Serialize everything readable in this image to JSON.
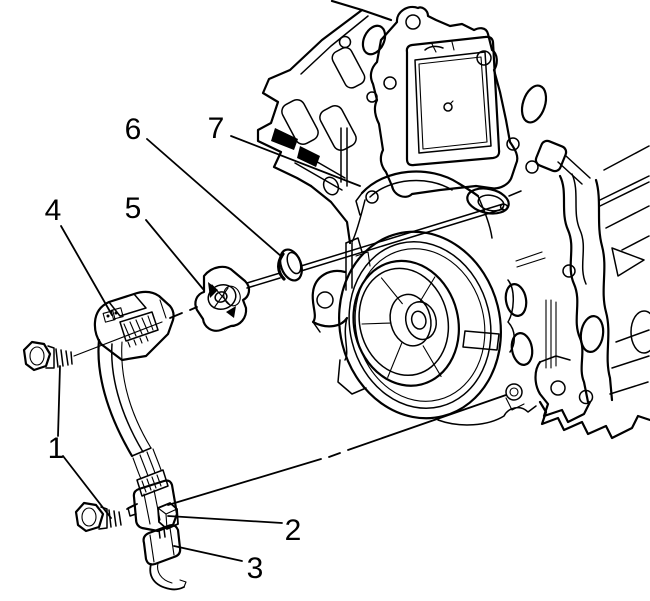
{
  "figure": {
    "description": "exploded-parts-line-drawing",
    "background_color": "#ffffff",
    "line_color": "#000000",
    "callouts": [
      {
        "label": "1"
      },
      {
        "label": "2"
      },
      {
        "label": "3"
      },
      {
        "label": "4"
      },
      {
        "label": "5"
      },
      {
        "label": "6"
      },
      {
        "label": "7"
      }
    ]
  }
}
